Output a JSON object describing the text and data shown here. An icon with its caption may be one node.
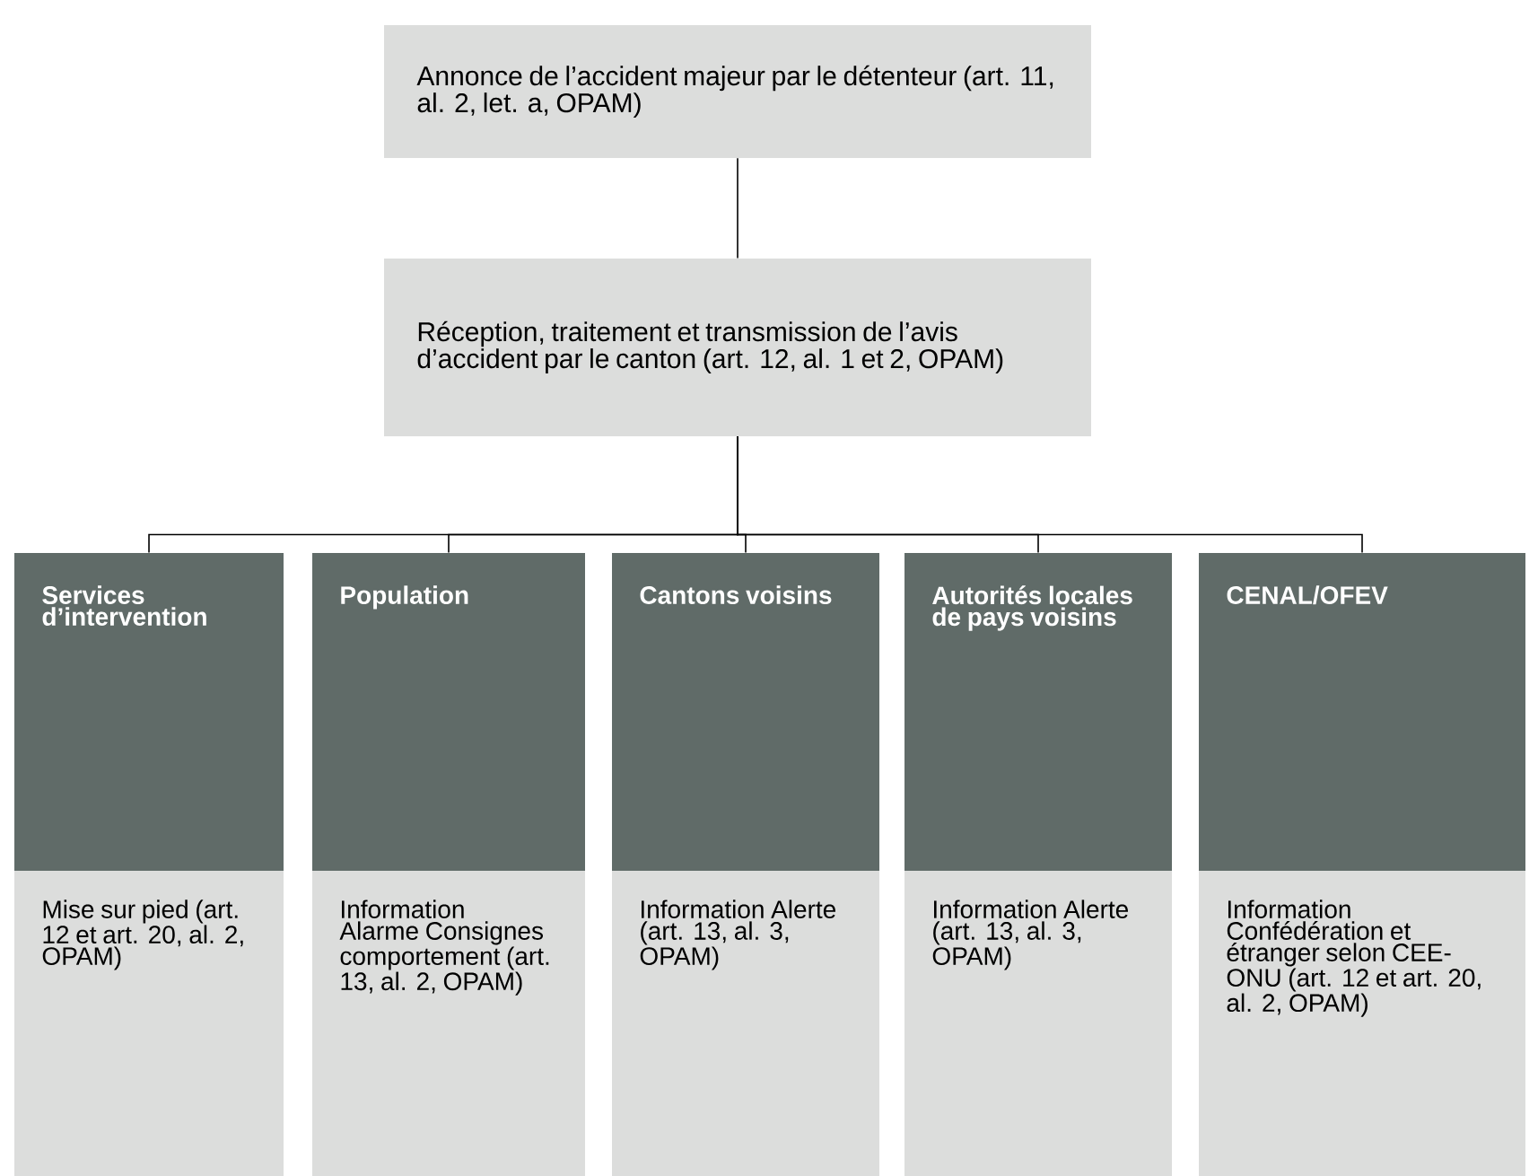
{
  "diagram": {
    "nodes": [
      {
        "text": [
          "Annonce de l’accident majeur par le détenteur (art. 11, al. 2, let. a, OPAM)"
        ]
      },
      {
        "text": [
          "Réception, traitement et transmission de l’avis d’accident par le canton (art. 12, al. 1 et 2, OPAM)"
        ]
      },
      {
        "text": [
          "Services d’intervention",
          "Mise sur pied (art. 12 et art. 20, al. 2, OPAM)"
        ]
      },
      {
        "text": [
          "Population",
          "Information Alarme Consignes comportement (art. 13, al. 2, OPAM)"
        ]
      },
      {
        "text": [
          "Cantons voisins",
          "Information Alerte (art. 13, al. 3, OPAM)"
        ]
      },
      {
        "text": [
          "Autorités locales de pays voisins",
          "Information Alerte (art. 13, al. 3, OPAM)"
        ]
      },
      {
        "text": [
          "CENAL/OFEV",
          "Information Confédération et étranger selon CEE-ONU (art. 12 et art. 20, al. 2, OPAM)"
        ]
      }
    ],
    "edges": [
      {
        "from": 0,
        "to": 1,
        "arrow": "none"
      },
      {
        "from": 1,
        "to": 2,
        "arrow": "none"
      },
      {
        "from": 1,
        "to": 3,
        "arrow": "none"
      },
      {
        "from": 1,
        "to": 4,
        "arrow": "none"
      },
      {
        "from": 1,
        "to": 5,
        "arrow": "none"
      },
      {
        "from": 1,
        "to": 6,
        "arrow": "none"
      }
    ]
  }
}
